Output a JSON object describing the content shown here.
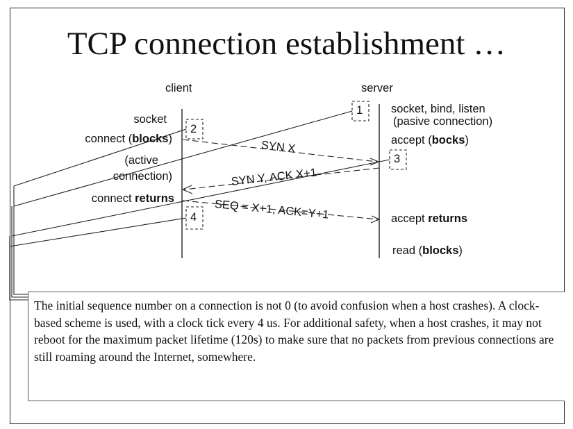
{
  "slide": {
    "title": "TCP connection establishment …",
    "client_heading": "client",
    "server_heading": "server",
    "client": {
      "socket": "socket",
      "connect_prefix": "connect (",
      "connect_bold": "blocks",
      "connect_suffix": ")",
      "active_line1": "(active",
      "active_line2": "connection)",
      "returns_prefix": "connect ",
      "returns_bold": "returns"
    },
    "server": {
      "socket_line1": "socket, bind, listen",
      "socket_line2": "(pasive connection)",
      "accept_prefix": "accept (",
      "accept_bold": "bocks",
      "accept_suffix": ")",
      "accept_ret_prefix": "accept ",
      "accept_ret_bold": "returns",
      "read_prefix": "read (",
      "read_bold": "blocks",
      "read_suffix": ")"
    },
    "steps": [
      "1",
      "2",
      "3",
      "4"
    ],
    "messages": {
      "syn": "SYN X",
      "synack": "SYN Y, ACK X+1",
      "ack": "SEQ = X+1, ACK=Y+1"
    },
    "note": "The initial sequence number on a connection is not 0 (to avoid confusion when a host crashes). A clock-based scheme is used, with a clock tick every 4 us. For additional safety, when a host crashes, it may not reboot for the maximum packet lifetime (120s) to make sure that no packets from previous connections are still roaming around the Internet, somewhere."
  }
}
